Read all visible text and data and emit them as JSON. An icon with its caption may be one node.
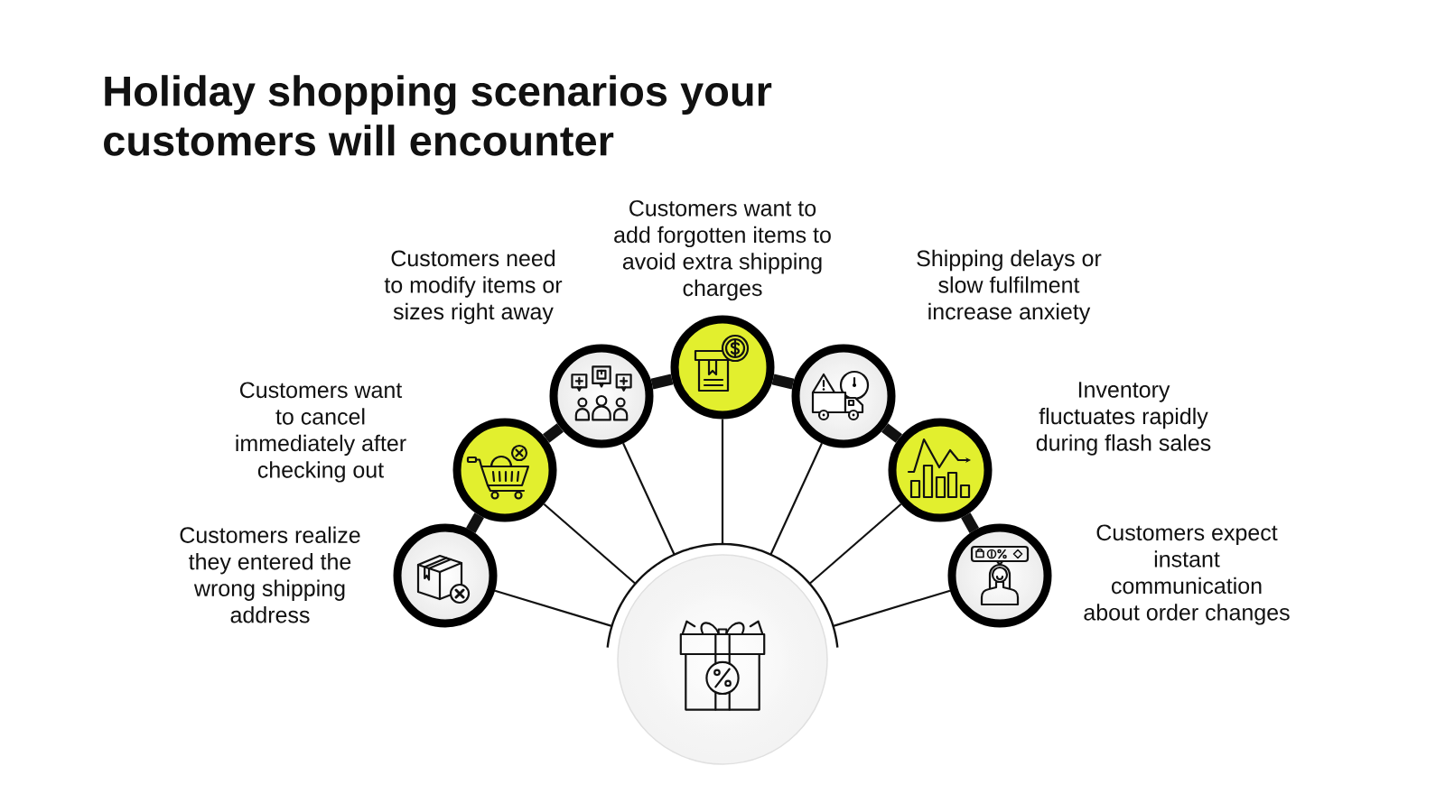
{
  "diagram": {
    "title": "Holiday shopping scenarios your customers will encounter",
    "nodes": [
      {
        "text": [],
        "shape": "circle"
      },
      {
        "text": [],
        "shape": "circle",
        "beside": [
          "Customers realize they entered the wrong shipping address"
        ]
      },
      {
        "text": [],
        "shape": "circle",
        "beside": [
          "Customers want to cancel immediately after checking out"
        ]
      },
      {
        "text": [],
        "shape": "circle",
        "beside": [
          "Customers need to modify items or sizes right away"
        ]
      },
      {
        "text": [],
        "shape": "circle",
        "beside": [
          "Customers want to add forgotten items to avoid extra shipping charges"
        ]
      },
      {
        "text": [],
        "shape": "circle",
        "beside": [
          "Shipping delays or slow fulfilment increase anxiety"
        ]
      },
      {
        "text": [],
        "shape": "circle",
        "beside": [
          "Inventory fluctuates rapidly during flash sales"
        ]
      },
      {
        "text": [],
        "shape": "circle",
        "beside": [
          "Customers expect instant communication about order changes"
        ]
      }
    ],
    "edges": [
      {
        "from": 0,
        "to": 1,
        "arrow": "none"
      },
      {
        "from": 0,
        "to": 2,
        "arrow": "none"
      },
      {
        "from": 0,
        "to": 3,
        "arrow": "none"
      },
      {
        "from": 0,
        "to": 4,
        "arrow": "none"
      },
      {
        "from": 0,
        "to": 5,
        "arrow": "none"
      },
      {
        "from": 0,
        "to": 6,
        "arrow": "none"
      },
      {
        "from": 0,
        "to": 7,
        "arrow": "none"
      },
      {
        "from": 1,
        "to": 2,
        "arrow": "none",
        "style": "thick"
      },
      {
        "from": 2,
        "to": 3,
        "arrow": "none",
        "style": "thick"
      },
      {
        "from": 3,
        "to": 4,
        "arrow": "none",
        "style": "thick"
      },
      {
        "from": 4,
        "to": 5,
        "arrow": "none",
        "style": "thick"
      },
      {
        "from": 5,
        "to": 6,
        "arrow": "none",
        "style": "thick"
      },
      {
        "from": 6,
        "to": 7,
        "arrow": "none",
        "style": "thick"
      }
    ]
  }
}
